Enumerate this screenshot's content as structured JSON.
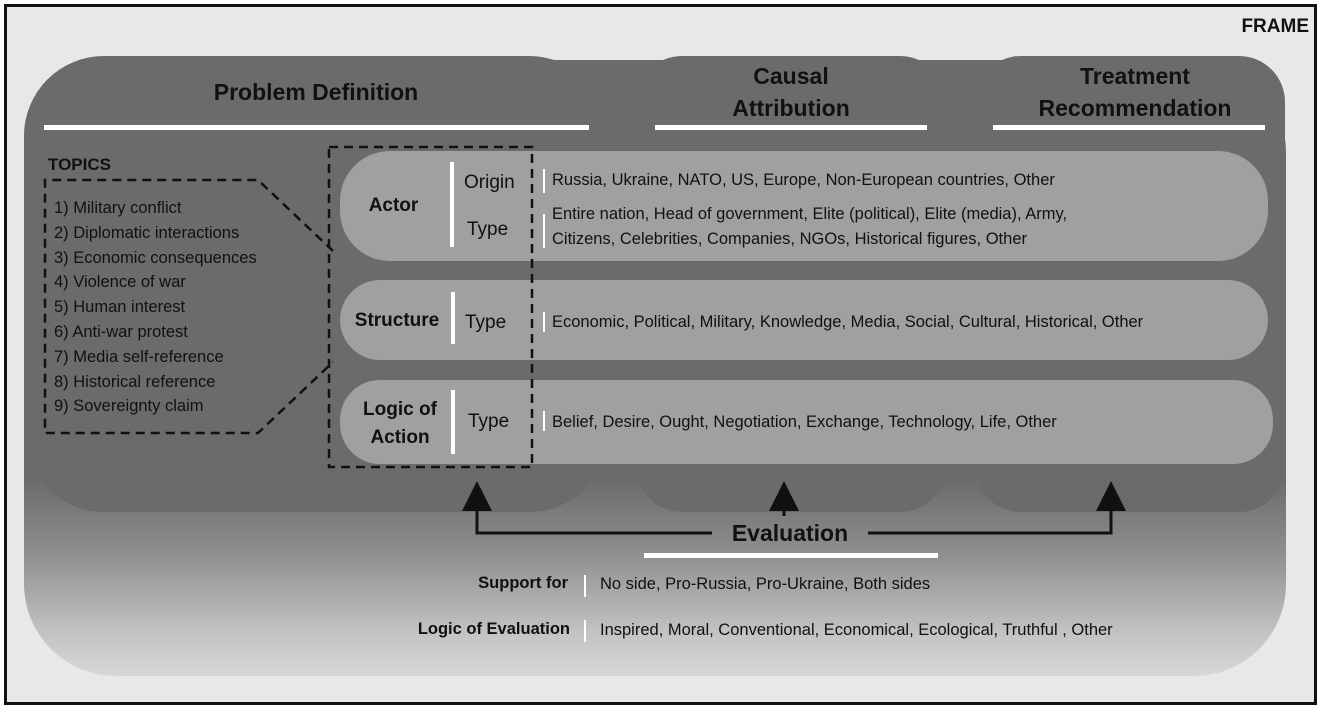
{
  "frame_label": "FRAME",
  "problem_definition": {
    "title": "Problem Definition"
  },
  "causal_attribution": {
    "title_line1": "Causal",
    "title_line2": "Attribution"
  },
  "treatment_recommendation": {
    "title_line1": "Treatment",
    "title_line2": "Recommendation"
  },
  "topics": {
    "heading": "TOPICS",
    "items": [
      "1) Military conflict",
      "2) Diplomatic interactions",
      "3) Economic consequences",
      "4) Violence of war",
      "5) Human interest",
      "6) Anti-war protest",
      "7) Media self-reference",
      "8) Historical reference",
      "9) Sovereignty claim"
    ]
  },
  "actor": {
    "label": "Actor",
    "origin_label": "Origin",
    "origin_values": "Russia, Ukraine, NATO, US, Europe, Non-European countries, Other",
    "type_label": "Type",
    "type_values_line1": "Entire nation, Head of government, Elite (political), Elite (media), Army,",
    "type_values_line2": "Citizens, Celebrities, Companies, NGOs, Historical figures, Other"
  },
  "structure": {
    "label": "Structure",
    "type_label": "Type",
    "type_values": "Economic, Political, Military, Knowledge, Media, Social, Cultural, Historical, Other"
  },
  "logic_of_action": {
    "label_line1": "Logic of",
    "label_line2": "Action",
    "type_label": "Type",
    "type_values": "Belief, Desire, Ought, Negotiation, Exchange, Technology, Life, Other"
  },
  "evaluation": {
    "title": "Evaluation",
    "support_label": "Support for",
    "support_values": "No side, Pro-Russia, Pro-Ukraine, Both sides",
    "logic_label": "Logic of Evaluation",
    "logic_values": "Inspired, Moral, Conventional, Economical, Ecological, Truthful , Other"
  },
  "colors": {
    "frame_bg": "#e9e7e8",
    "panel": "#6c6a6b",
    "row_pill": "#a19f9f",
    "text": "#111111",
    "accent_line": "#ffffff"
  }
}
